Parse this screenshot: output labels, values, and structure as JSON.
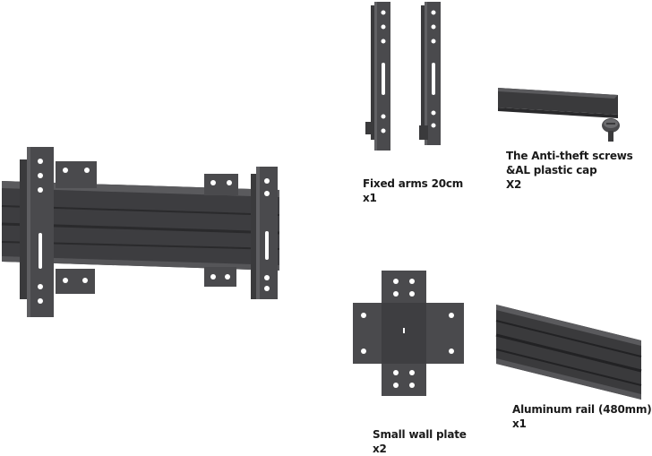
{
  "items": [
    {
      "lines": [
        "Fixed arms 20cm",
        "x1"
      ]
    },
    {
      "lines": [
        "The Anti-theft screws",
        "&AL plastic cap",
        "X2"
      ]
    },
    {
      "lines": [
        "Small wall plate",
        "x2"
      ]
    },
    {
      "lines": [
        "Aluminum rail (480mm)",
        "x1"
      ]
    }
  ],
  "colors": {
    "metal_dark": "#3a3a3c",
    "metal_mid": "#4a4a4d",
    "metal_light": "#6b6b6e",
    "background": "#ffffff"
  }
}
